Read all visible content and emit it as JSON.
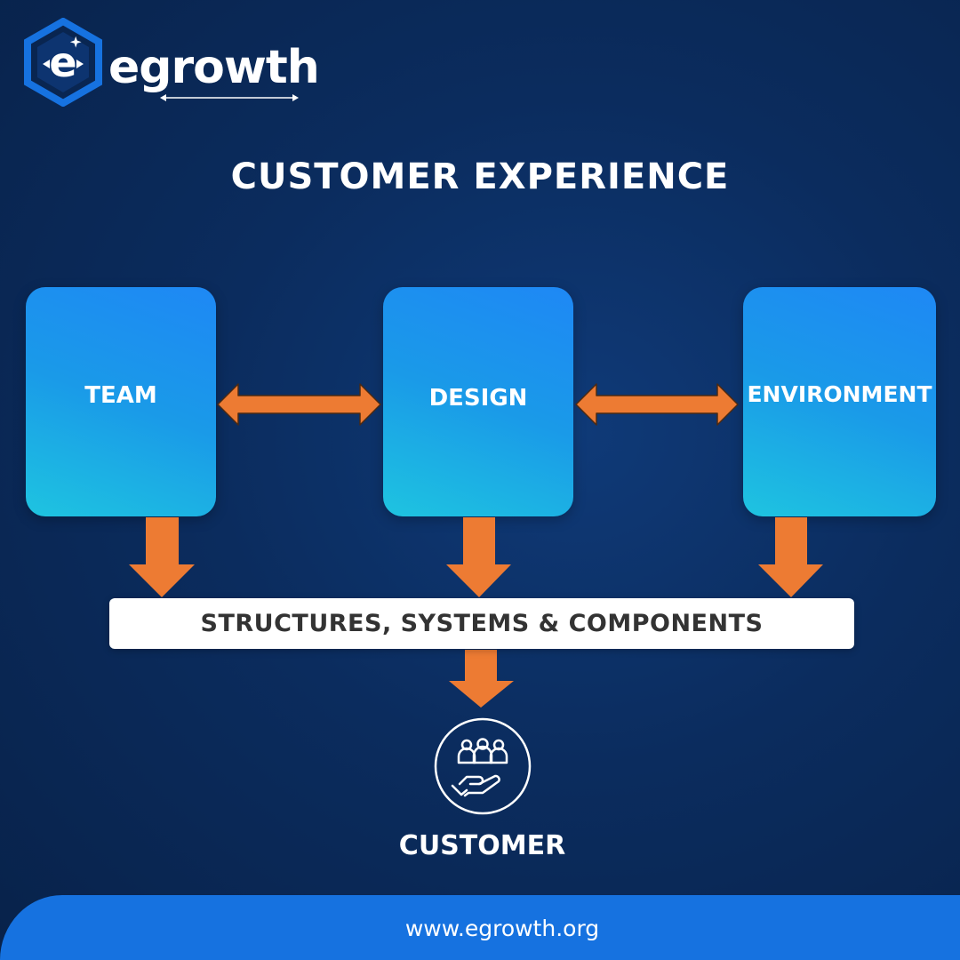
{
  "brand": {
    "logo_letter": "e",
    "name": "egrowth"
  },
  "title": "CUSTOMER EXPERIENCE",
  "diagram": {
    "nodes": [
      {
        "id": "team",
        "label": "TEAM"
      },
      {
        "id": "design",
        "label": "DESIGN"
      },
      {
        "id": "environment",
        "label": "ENVIRONMENT"
      }
    ],
    "edges": [
      {
        "from": "team",
        "to": "design",
        "type": "bidirectional"
      },
      {
        "from": "design",
        "to": "environment",
        "type": "bidirectional"
      },
      {
        "from": "team",
        "to": "structures",
        "type": "down"
      },
      {
        "from": "design",
        "to": "structures",
        "type": "down"
      },
      {
        "from": "environment",
        "to": "structures",
        "type": "down"
      },
      {
        "from": "structures",
        "to": "customer",
        "type": "down"
      }
    ],
    "bar_label": "STRUCTURES, SYSTEMS & COMPONENTS",
    "customer_label": "CUSTOMER",
    "customer_icon": "customer-care-hand-icon"
  },
  "footer": {
    "url": "www.egrowth.org"
  },
  "colors": {
    "background": "#0b2c5e",
    "box": "#1a9ae8",
    "arrow": "#ed7b33",
    "footer": "#1672e0"
  }
}
